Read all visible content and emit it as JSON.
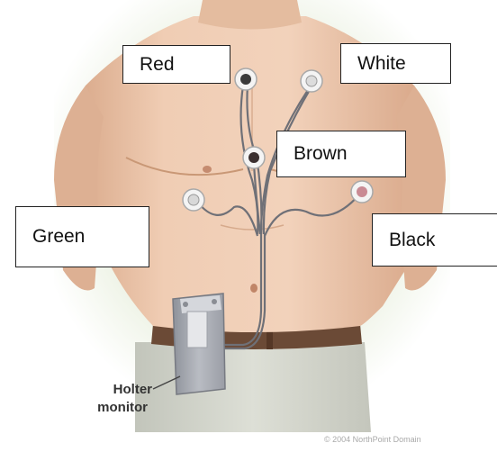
{
  "labels": {
    "red": "Red",
    "white": "White",
    "brown": "Brown",
    "green": "Green",
    "black": "Black"
  },
  "device": {
    "line1": "Holter",
    "line2": "monitor"
  },
  "copyright": "© 2004 NorthPoint Domain",
  "colors": {
    "skin": "#ecc9b0",
    "skin_shadow": "#d9ab8d",
    "background_glow": "#dfe9cf",
    "wire": "#7a7a80",
    "device": "#a9acb3",
    "belt": "#6b4a36",
    "pants": "#d4d6cc"
  }
}
